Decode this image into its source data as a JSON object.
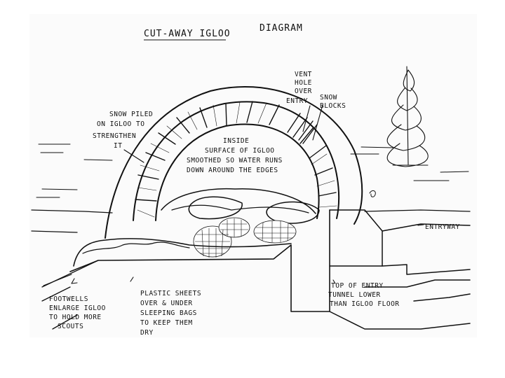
{
  "diagram": {
    "title_part1": "CUT-AWAY IGLOO",
    "title_part2": "DIAGRAM",
    "labels": {
      "vent_1": "VENT",
      "vent_2": "HOLE",
      "vent_3": "OVER",
      "vent_4": "ENTRY",
      "snow_blocks_1": "SNOW",
      "snow_blocks_2": "BLOCKS",
      "snow_piled_1": "SNOW PILED",
      "snow_piled_2": "ON IGLOO TO",
      "snow_piled_3": "STRENGTHEN",
      "snow_piled_4": "IT",
      "inside_1": "INSIDE",
      "inside_2": "SURFACE OF IGLOO",
      "inside_3": "SMOOTHED SO WATER RUNS",
      "inside_4": "DOWN AROUND THE EDGES",
      "entryway": "ENTRYWAY",
      "footwells_1": "FOOTWELLS",
      "footwells_2": "ENLARGE IGLOO",
      "footwells_3": "TO HOLD MORE",
      "footwells_4": "SCOUTS",
      "plastic_1": "PLASTIC SHEETS",
      "plastic_2": "OVER & UNDER",
      "plastic_3": "SLEEPING BAGS",
      "plastic_4": "TO KEEP THEM",
      "plastic_5": "DRY",
      "tunnel_1": "TOP OF ENTRY",
      "tunnel_2": "TUNNEL LOWER",
      "tunnel_3": "THAN IGLOO FLOOR"
    }
  }
}
